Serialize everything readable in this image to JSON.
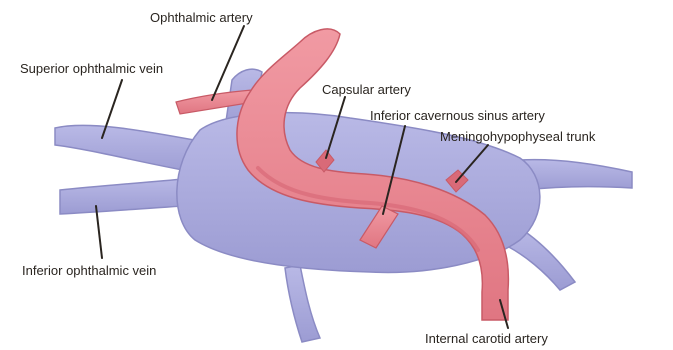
{
  "diagram": {
    "labels": {
      "ophthalmic_artery": "Ophthalmic artery",
      "superior_ophthalmic_vein": "Superior ophthalmic vein",
      "capsular_artery": "Capsular artery",
      "inferior_cavernous_sinus_artery": "Inferior cavernous sinus artery",
      "meningohypophyseal_trunk": "Meningohypophyseal trunk",
      "inferior_ophthalmic_vein": "Inferior ophthalmic vein",
      "internal_carotid_artery": "Internal carotid artery"
    },
    "colors": {
      "sinus_fill": "#a9a9da",
      "sinus_edge": "#8b8bc4",
      "artery_fill": "#e88b95",
      "artery_edge": "#c85a66",
      "artery_shade": "#d96a78",
      "text": "#2a2520"
    }
  }
}
